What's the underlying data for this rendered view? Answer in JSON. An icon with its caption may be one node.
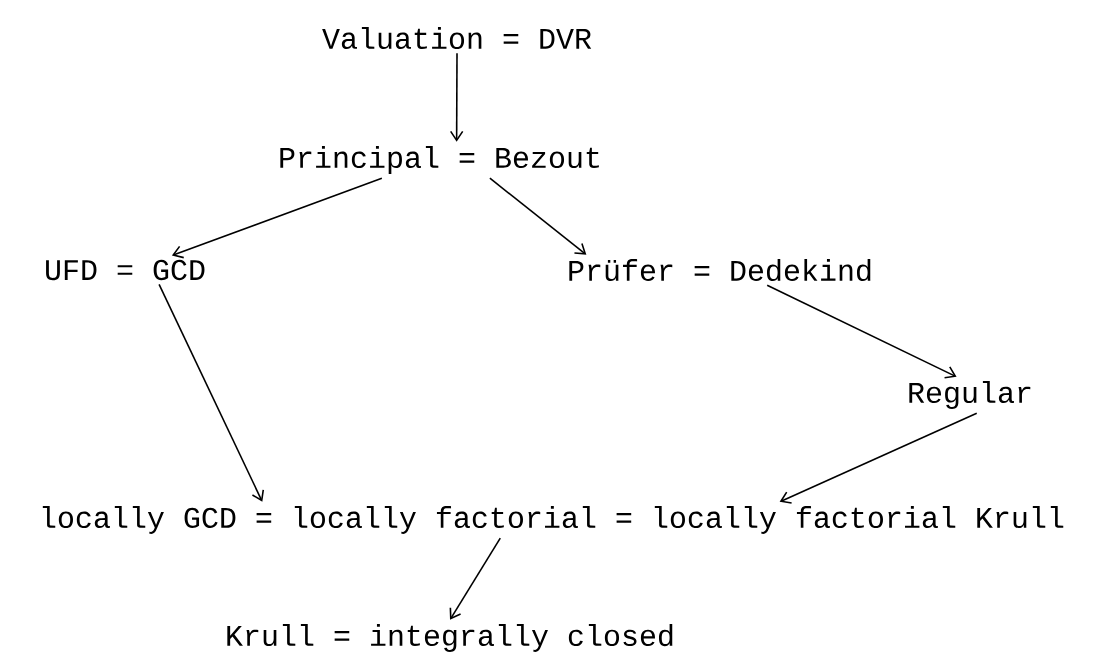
{
  "diagram": {
    "nodes": [
      {
        "text": [
          "Valuation = DVR"
        ]
      },
      {
        "text": [
          "Principal = Bezout"
        ]
      },
      {
        "text": [
          "UFD = GCD"
        ]
      },
      {
        "text": [
          "Prüfer = Dedekind"
        ]
      },
      {
        "text": [
          "Regular"
        ]
      },
      {
        "text": [
          "locally GCD = locally factorial = locally factorial Krull"
        ]
      },
      {
        "text": [
          "Krull = integrally closed"
        ]
      }
    ],
    "edges": [
      {
        "from": 0,
        "to": 1,
        "arrow": "to"
      },
      {
        "from": 1,
        "to": 2,
        "arrow": "to"
      },
      {
        "from": 1,
        "to": 3,
        "arrow": "to"
      },
      {
        "from": 2,
        "to": 5,
        "arrow": "to"
      },
      {
        "from": 3,
        "to": 4,
        "arrow": "to"
      },
      {
        "from": 4,
        "to": 5,
        "arrow": "to"
      },
      {
        "from": 5,
        "to": 6,
        "arrow": "to"
      }
    ]
  }
}
